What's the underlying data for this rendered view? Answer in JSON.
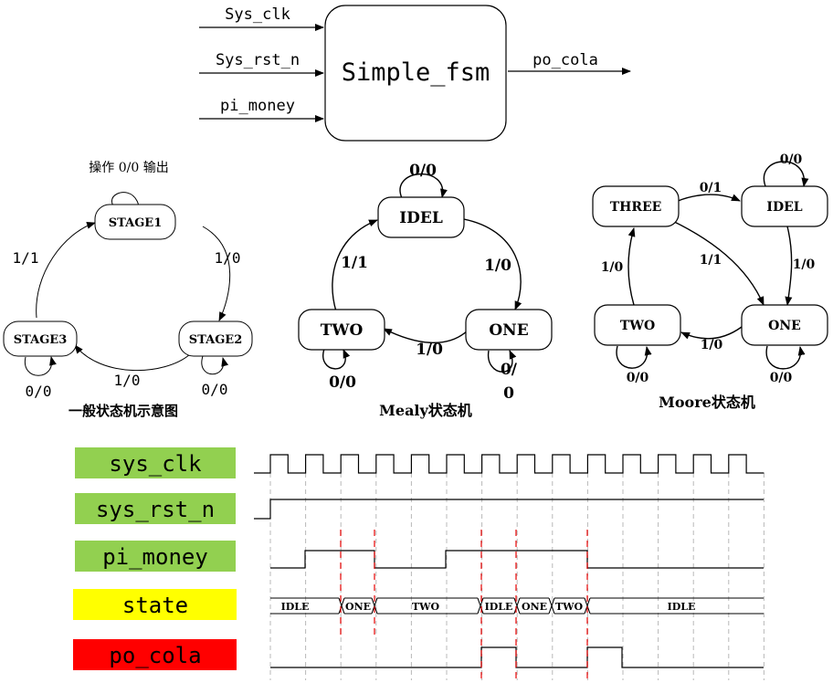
{
  "fsm_block": {
    "title": "Simple_fsm",
    "inputs": [
      "Sys_clk",
      "Sys_rst_n",
      "pi_money"
    ],
    "output": "po_cola"
  },
  "general_diagram": {
    "caption": "一般状态机示意图",
    "self_loop_note": "操作 0/0 输出",
    "states": [
      "STAGE1",
      "STAGE2",
      "STAGE3"
    ],
    "edge_1_2": "1/0",
    "edge_3_1": "1/1",
    "edge_2_3": "1/0",
    "loop_2": "0/0",
    "loop_3": "0/0"
  },
  "mealy_diagram": {
    "caption": "Mealy状态机",
    "states": [
      "IDEL",
      "ONE",
      "TWO"
    ],
    "loop_idel": "0/0",
    "edge_idel_one": "1/0",
    "edge_one_two": "1/0",
    "edge_two_idel": "1/1",
    "loop_two": "0/0",
    "loop_one_top": "0/",
    "loop_one_bottom": "0"
  },
  "moore_diagram": {
    "caption": "Moore状态机",
    "states": [
      "THREE",
      "IDEL",
      "ONE",
      "TWO"
    ],
    "loop_idel": "0/0",
    "edge_three_idel": "0/1",
    "edge_idel_one": "1/0",
    "edge_three_one": "1/1",
    "edge_one_two": "1/0",
    "edge_two_three": "1/0",
    "loop_two": "0/0",
    "loop_one": "0/0"
  },
  "timing": {
    "signals": [
      {
        "name": "sys_clk",
        "color": "#92d050"
      },
      {
        "name": "sys_rst_n",
        "color": "#92d050"
      },
      {
        "name": "pi_money",
        "color": "#92d050"
      },
      {
        "name": "state",
        "color": "#ffff00"
      },
      {
        "name": "po_cola",
        "color": "#ff0000"
      }
    ],
    "state_labels": [
      "IDLE",
      "ONE",
      "TWO",
      "IDLE",
      "ONE",
      "TWO",
      "IDLE"
    ]
  }
}
